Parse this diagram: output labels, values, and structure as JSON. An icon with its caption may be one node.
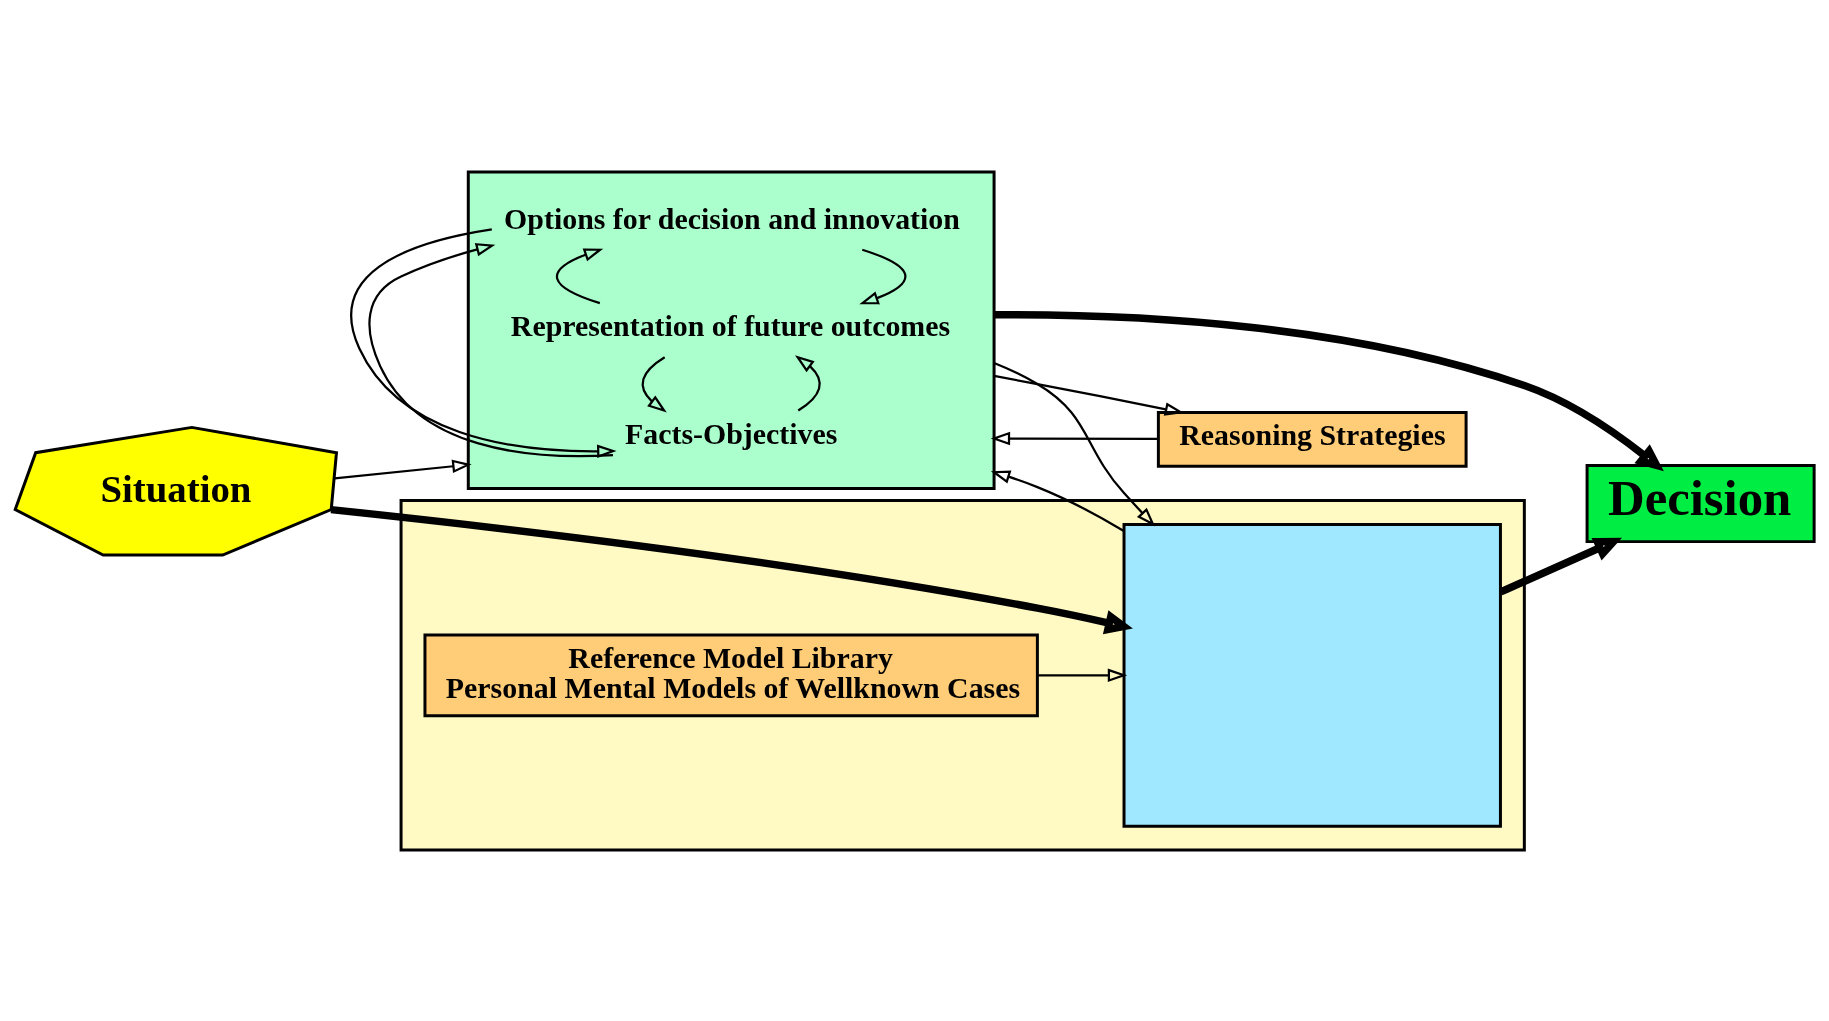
{
  "diagram": {
    "nodes": [
      {
        "text": [
          "Situation"
        ]
      },
      {
        "text": [],
        "shape": "box"
      },
      {
        "text": [
          "Facts-Objectives"
        ],
        "in": 1
      },
      {
        "text": [
          "Options for decision and innovation"
        ],
        "in": 1
      },
      {
        "text": [
          "Representation of future outcomes"
        ],
        "in": 1
      },
      {
        "text": [
          "Reasoning Strategies"
        ]
      },
      {
        "text": [
          "Decision"
        ]
      },
      {
        "text": [],
        "shape": "box"
      },
      {
        "text": [],
        "shape": "box",
        "in": 7
      },
      {
        "text": [
          "Reference Model Library",
          "Personal Mental Models of Wellknown Cases"
        ],
        "in": 7
      }
    ],
    "edges": [
      {
        "from": 0,
        "to": 1,
        "arrow": "to"
      },
      {
        "from": 5,
        "to": 1,
        "arrow": "to"
      },
      {
        "from": 1,
        "to": 5,
        "arrow": "to"
      },
      {
        "from": 2,
        "to": 4,
        "arrow": "to"
      },
      {
        "from": 2,
        "to": 3,
        "arrow": "to"
      },
      {
        "from": 3,
        "to": 2,
        "arrow": "to"
      },
      {
        "from": 3,
        "to": 4,
        "arrow": "to"
      },
      {
        "from": 4,
        "to": 3,
        "arrow": "to"
      },
      {
        "from": 4,
        "to": 2,
        "arrow": "to"
      },
      {
        "from": 1,
        "to": 6,
        "arrow": "to",
        "style": "thick"
      },
      {
        "from": 8,
        "to": 1,
        "arrow": "to"
      },
      {
        "from": 8,
        "to": 6,
        "arrow": "to",
        "style": "thick"
      },
      {
        "from": 1,
        "to": 8,
        "arrow": "to"
      },
      {
        "from": 0,
        "to": 8,
        "arrow": "to",
        "style": "thick"
      },
      {
        "from": 9,
        "to": 8,
        "arrow": "to"
      }
    ]
  }
}
